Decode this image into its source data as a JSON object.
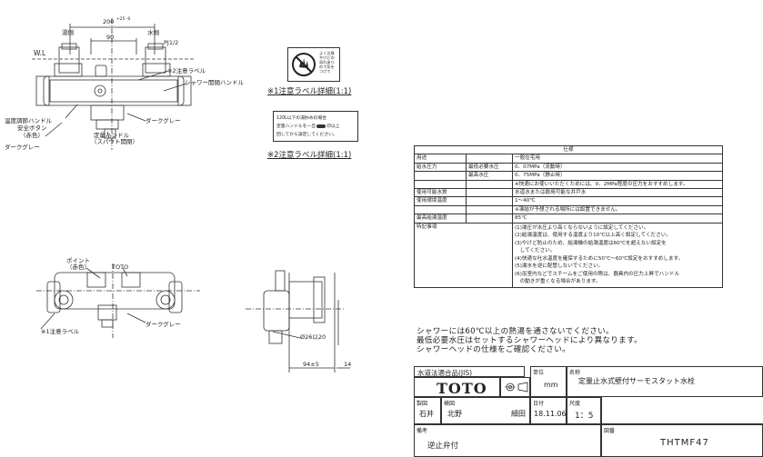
{
  "drawing_labels": {
    "hot_water": "湯側",
    "cold_water": "水側",
    "dim_200": "200",
    "dim_200_tol": "+25 -0",
    "dim_90": "90",
    "wl": "W.L",
    "pj": "PJ1/2",
    "caution_label_2": "※2注意ラベル",
    "shower_handle": "シャワー開閉ハンドル",
    "dark_gray_1": "ダークグレー",
    "temp_handle": "温度調節ハンドル",
    "safety_button": "安全ボタン",
    "red": "（赤色）",
    "dark_gray_2": "ダークグレー",
    "fixed_handle": "定量ハンドル",
    "spout_open": "（スパウト開閉）",
    "point": "ポイント",
    "red2": "（赤色）",
    "toto_mark": "TOTO",
    "caution_label_1": "※1注意ラベル",
    "dark_gray_3": "ダークグレー",
    "dia": "Ø26以20",
    "dim_94": "94±5",
    "dim_14": "14"
  },
  "label_details": {
    "label1_text": "よく注意 やけどの 恐れあり ので気を つけて",
    "label1_caption": "※1注意ラベル詳細(1:1)",
    "label2_line1": "120L以下の湯貯めの場合",
    "label2_line2": "定量ハンドルを一旦",
    "label2_line2b": "印以上",
    "label2_line3": "回してから設定してください。",
    "label2_caption": "※2注意ラベル詳細(1:1)"
  },
  "spec": {
    "header": "仕様",
    "rows": [
      {
        "a": "用途",
        "b": "",
        "c": "一般住宅用"
      },
      {
        "a": "給水圧力",
        "b": "最低必要水圧",
        "c": "0．07MPa（流動時）"
      },
      {
        "a": "",
        "b": "最高水圧",
        "c": "0．75MPa（静止時）"
      },
      {
        "a": "",
        "b": "",
        "c": "※快適にお使いいただくためには、0．2MPa程度の圧力をおすすめします。"
      },
      {
        "a": "使用可能水質",
        "b": "",
        "c": "水道水または飲用可能な井戸水"
      },
      {
        "a": "使用環境温度",
        "b": "",
        "c": "1～40℃"
      },
      {
        "a": "",
        "b": "",
        "c": "※凍結が予想される場所には設置できません。"
      },
      {
        "a": "最高給湯温度",
        "b": "",
        "c": "85℃"
      }
    ],
    "special_label": "特記事項",
    "special_items": [
      "(1)湯圧が水圧より高くならないように設定してください。",
      "(2)給湯温度は、使用する温度より10℃以上高く設定してください。",
      "(3)やけど防止のため、給湯機の給湯温度は60℃を超えない設定を",
      "　してください。",
      "(4)快適な吐水温度を確保するために50℃～60℃設定をおすすめします。",
      "(5)湯水を逆に配管しないでください。",
      "(6)浴室内などでスチームをご使用の際は、器具内の圧力上昇でハンドル",
      "　の動きが重くなる場合があります。"
    ]
  },
  "notes": [
    "シャワーには60℃以上の熱湯を通さないでください。",
    "最低必要水圧はセットするシャワーヘッドにより異なります。",
    "シャワーヘッドの仕様をご確認ください。"
  ],
  "title_block": {
    "law": "水道法適合品(JIS)",
    "brand": "TOTO",
    "unit_label": "単位",
    "unit": "mm",
    "name_label": "名称",
    "name": "定量止水式壁付サーモスタット水栓",
    "drawn_label": "製図",
    "drawn": "石井",
    "checked_label": "検図",
    "checked": "北野",
    "approved": "細田",
    "date_label": "日付",
    "date": "18.11.06",
    "scale_label": "尺度",
    "scale": "1：5",
    "remark_label": "備考",
    "remark": "逆止弁付",
    "drawing_no_label": "図番",
    "drawing_no": "THTMF47"
  }
}
